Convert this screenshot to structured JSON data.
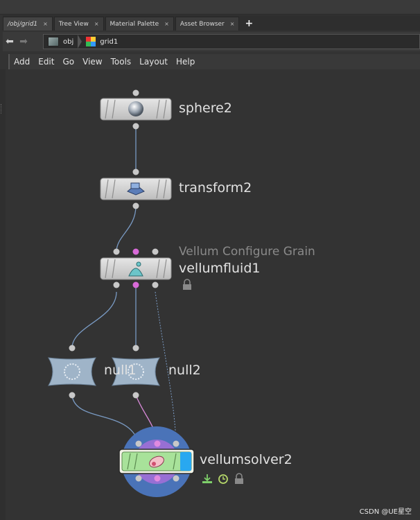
{
  "tabs": [
    {
      "label": "/obj/grid1",
      "active": true
    },
    {
      "label": "Tree View"
    },
    {
      "label": "Material Palette"
    },
    {
      "label": "Asset Browser"
    }
  ],
  "close_glyph": "×",
  "add_tab_glyph": "+",
  "nav": {
    "back_icon": "back-arrow-icon",
    "forward_icon": "forward-arrow-icon"
  },
  "breadcrumbs": [
    {
      "label": "obj",
      "icon": "obj-network-icon"
    },
    {
      "label": "grid1",
      "icon": "geometry-icon"
    }
  ],
  "menu": [
    "Add",
    "Edit",
    "Go",
    "View",
    "Tools",
    "Layout",
    "Help"
  ],
  "nodes": {
    "sphere2": {
      "label": "sphere2",
      "icon": "sphere-icon"
    },
    "transform2": {
      "label": "transform2",
      "icon": "transform-icon"
    },
    "vellumfluid1": {
      "label": "vellumfluid1",
      "sublabel": "Vellum Configure Grain",
      "icon": "vellum-fluid-icon",
      "flags": [
        "lock-icon"
      ]
    },
    "null1": {
      "label": "null1",
      "icon": "null-icon"
    },
    "null2": {
      "label": "null2",
      "icon": "null-icon"
    },
    "vellumsolver2": {
      "label": "vellumsolver2",
      "icon": "vellum-solver-icon",
      "flags": [
        "download-icon",
        "clock-icon",
        "lock-icon"
      ]
    }
  },
  "colors": {
    "node_body": "#d4d4d4",
    "wire": "#7a9bc4",
    "pink_wire": "#d98ad9",
    "solver_halo": "#4a73b8",
    "solver_body": "#a8e29a",
    "solver_end": "#29a8f0",
    "null_body": "#9fb4c8"
  },
  "watermark": "CSDN @UE星空"
}
